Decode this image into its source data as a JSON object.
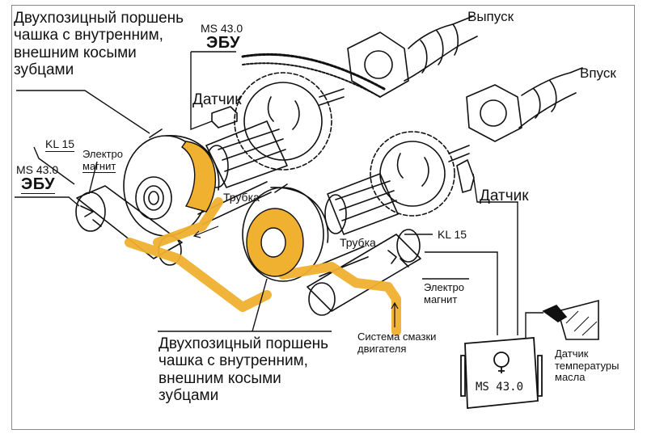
{
  "diagram": {
    "title": "VANOS camshaft adjustment system schematic",
    "colors": {
      "accent_oil": "#F0B030",
      "line": "#111111",
      "frame": "#8a8a8a"
    },
    "labels": {
      "piston_top": [
        "Двухпозицный поршень",
        "чашка с внутренним,",
        "внешним косыми",
        "зубцами"
      ],
      "piston_bottom": [
        "Двухпозицный поршень",
        "чашка с внутренним,",
        "внешним косыми",
        "зубцами"
      ],
      "ecu_top_model": "MS 43.0",
      "ecu_top_name": "ЭБУ",
      "ecu_left_model": "MS 43.0",
      "ecu_left_name": "ЭБУ",
      "sensor_top": "Датчик",
      "sensor_right": "Датчик",
      "exhaust": "Выпуск",
      "intake": "Впуск",
      "kl15_left": "KL 15",
      "kl15_right": "KL 15",
      "solenoid_left": [
        "Электро",
        "магнит"
      ],
      "solenoid_right": [
        "Электро",
        "магнит"
      ],
      "tube_left": "Трубка",
      "tube_right": "Трубка",
      "lube_system": [
        "Система смазки",
        "двигателя"
      ],
      "oil_temp_sensor": [
        "Датчик",
        "температуры",
        "масла"
      ],
      "ecu_box_label": "MS 43.0"
    }
  }
}
